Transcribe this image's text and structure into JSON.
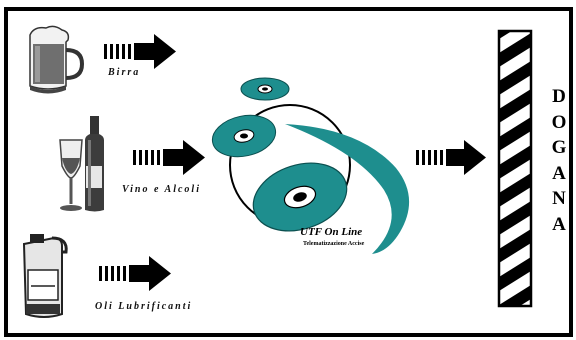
{
  "sources": [
    {
      "label": "Birra",
      "icon": "beer-mug-icon"
    },
    {
      "label": "Vino e Alcoli",
      "icon": "wine-bottle-glass-icon"
    },
    {
      "label": "Oli Lubrificanti",
      "icon": "oil-can-icon"
    }
  ],
  "center": {
    "title": "UTF On Line",
    "subtitle": "Telematizzazione Accise",
    "icon": "discs-icon"
  },
  "destination": {
    "letters": [
      "D",
      "O",
      "G",
      "A",
      "N",
      "A"
    ],
    "icon": "barrier-pole-icon"
  },
  "colors": {
    "disc": "#1e8e8e",
    "arrow": "#000000",
    "border": "#000000"
  }
}
